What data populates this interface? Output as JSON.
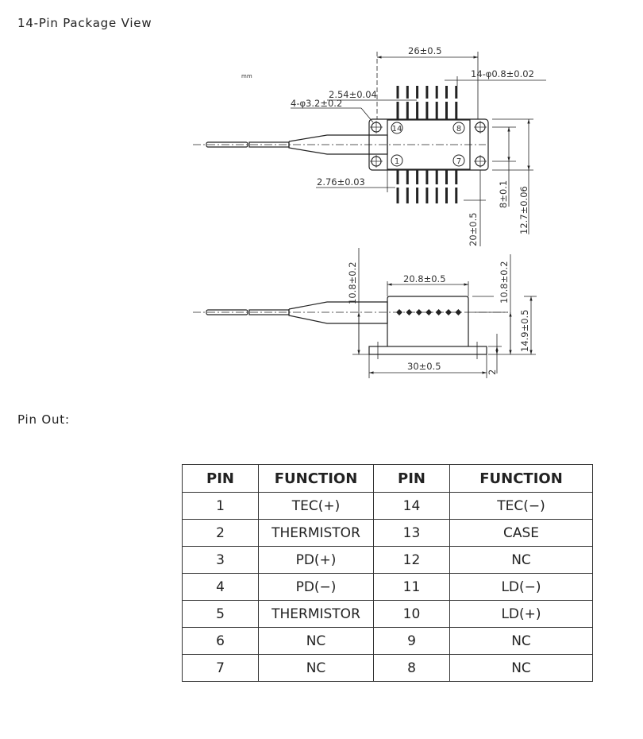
{
  "headings": {
    "package_view": "14-Pin Package View",
    "pin_out": "Pin Out:"
  },
  "drawing": {
    "units_label": "mm",
    "top_view": {
      "dim_overall_length": "26±0.5",
      "dim_pin_diameter": "14-φ0.8±0.02",
      "dim_pin_pitch": "2.54±0.04",
      "dim_mount_holes": "4-φ3.2±0.2",
      "dim_pin_offset": "2.76±0.03",
      "dim_pin_row_spacing": "8±0.1",
      "dim_body_width": "12.7±0.06",
      "dim_lead_length": "20±0.5",
      "pin_markers": [
        "14",
        "8",
        "1",
        "7"
      ]
    },
    "side_view": {
      "dim_body_length": "20.8±0.5",
      "dim_fiber_height_left": "10.8±0.2",
      "dim_fiber_height_right": "10.8±0.2",
      "dim_total_height": "14.9±0.5",
      "dim_flange_length": "30±0.5",
      "dim_flange_thickness": "2"
    }
  },
  "pin_table": {
    "headers": [
      "PIN",
      "FUNCTION",
      "PIN",
      "FUNCTION"
    ],
    "rows": [
      {
        "pin_a": "1",
        "func_a": "TEC(+)",
        "pin_b": "14",
        "func_b": "TEC(−)"
      },
      {
        "pin_a": "2",
        "func_a": "THERMISTOR",
        "pin_b": "13",
        "func_b": "CASE"
      },
      {
        "pin_a": "3",
        "func_a": "PD(+)",
        "pin_b": "12",
        "func_b": "NC"
      },
      {
        "pin_a": "4",
        "func_a": "PD(−)",
        "pin_b": "11",
        "func_b": "LD(−)"
      },
      {
        "pin_a": "5",
        "func_a": "THERMISTOR",
        "pin_b": "10",
        "func_b": "LD(+)"
      },
      {
        "pin_a": "6",
        "func_a": "NC",
        "pin_b": "9",
        "func_b": "NC"
      },
      {
        "pin_a": "7",
        "func_a": "NC",
        "pin_b": "8",
        "func_b": "NC"
      }
    ]
  }
}
